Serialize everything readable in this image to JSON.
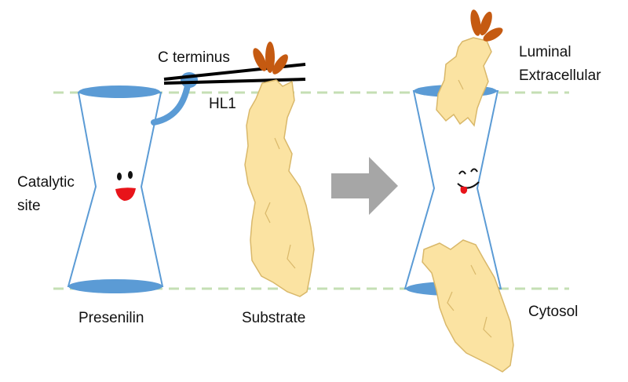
{
  "labels": {
    "c_terminus": "C terminus",
    "hl1": "HL1",
    "catalytic_line1": "Catalytic",
    "catalytic_line2": "site",
    "presenilin": "Presenilin",
    "substrate": "Substrate",
    "luminal": "Luminal",
    "extracellular": "Extracellular",
    "cytosol": "Cytosol"
  },
  "colors": {
    "membrane_line": "#c5dfb4",
    "presenilin_fill": "#5b9bd5",
    "presenilin_outline": "#5b9bd5",
    "substrate_fill": "#fbe3a2",
    "substrate_outline": "#d9b86a",
    "sugar": "#c55a11",
    "arrow": "#a6a6a6",
    "mouth": "#e8141a",
    "chopsticks": "#000000"
  }
}
